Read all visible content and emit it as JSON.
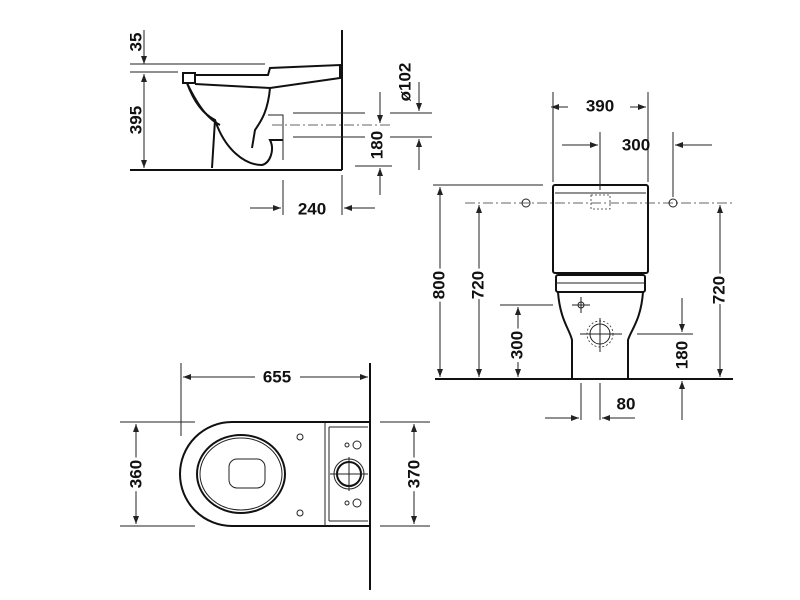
{
  "side_view": {
    "height_35": "35",
    "height_395": "395",
    "diameter": "ø102",
    "outlet_height": "180",
    "wall_distance": "240"
  },
  "front_view": {
    "width_390": "390",
    "spacing_300": "300",
    "height_800": "800",
    "height_720_left": "720",
    "height_300": "300",
    "height_720_right": "720",
    "height_180": "180",
    "offset_80": "80"
  },
  "top_view": {
    "length_655": "655",
    "width_360": "360",
    "width_370": "370"
  }
}
